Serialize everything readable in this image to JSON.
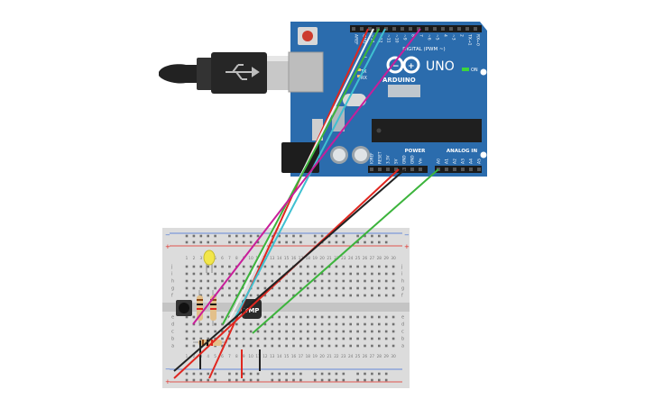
{
  "arduino": {
    "brand": "ARDUINO",
    "model": "UNO",
    "digital_header": "DIGITAL (PWM ~)",
    "power_header": "POWER",
    "analog_header": "ANALOG IN",
    "on_label": "ON",
    "tx_label": "TX",
    "rx_label": "RX",
    "l_label": "L",
    "digital_pins": [
      "AREF",
      "GND",
      "~13",
      "~12",
      "~11",
      "~10",
      "~9",
      "8",
      "7",
      "~6",
      "~5",
      "4",
      "~3",
      "2",
      "TX→1",
      "RX←0"
    ],
    "power_pins": [
      "IOREF",
      "RESET",
      "3.3V",
      "5V",
      "GND",
      "GND",
      "Vin"
    ],
    "analog_pins": [
      "A0",
      "A1",
      "A2",
      "A3",
      "A4",
      "A5"
    ]
  },
  "breadboard": {
    "column_numbers": [
      "1",
      "2",
      "3",
      "4",
      "5",
      "6",
      "7",
      "8",
      "9",
      "10",
      "11",
      "12",
      "13",
      "14",
      "15",
      "16",
      "17",
      "18",
      "19",
      "20",
      "21",
      "22",
      "23",
      "24",
      "25",
      "26",
      "27",
      "28",
      "29",
      "30"
    ],
    "row_letters_top": [
      "j",
      "i",
      "h",
      "g",
      "f"
    ],
    "row_letters_bottom": [
      "e",
      "d",
      "c",
      "b",
      "a"
    ],
    "rail_minus": "−",
    "rail_plus": "+"
  },
  "sensor": {
    "label": "TMP"
  },
  "colors": {
    "board": "#2b6cad",
    "wire_red": "#e0261f",
    "wire_black": "#222222",
    "wire_green": "#3cb43c",
    "wire_magenta": "#c81e9a",
    "wire_cyan": "#3fc0d0",
    "wire_white": "#f2f2f2"
  }
}
